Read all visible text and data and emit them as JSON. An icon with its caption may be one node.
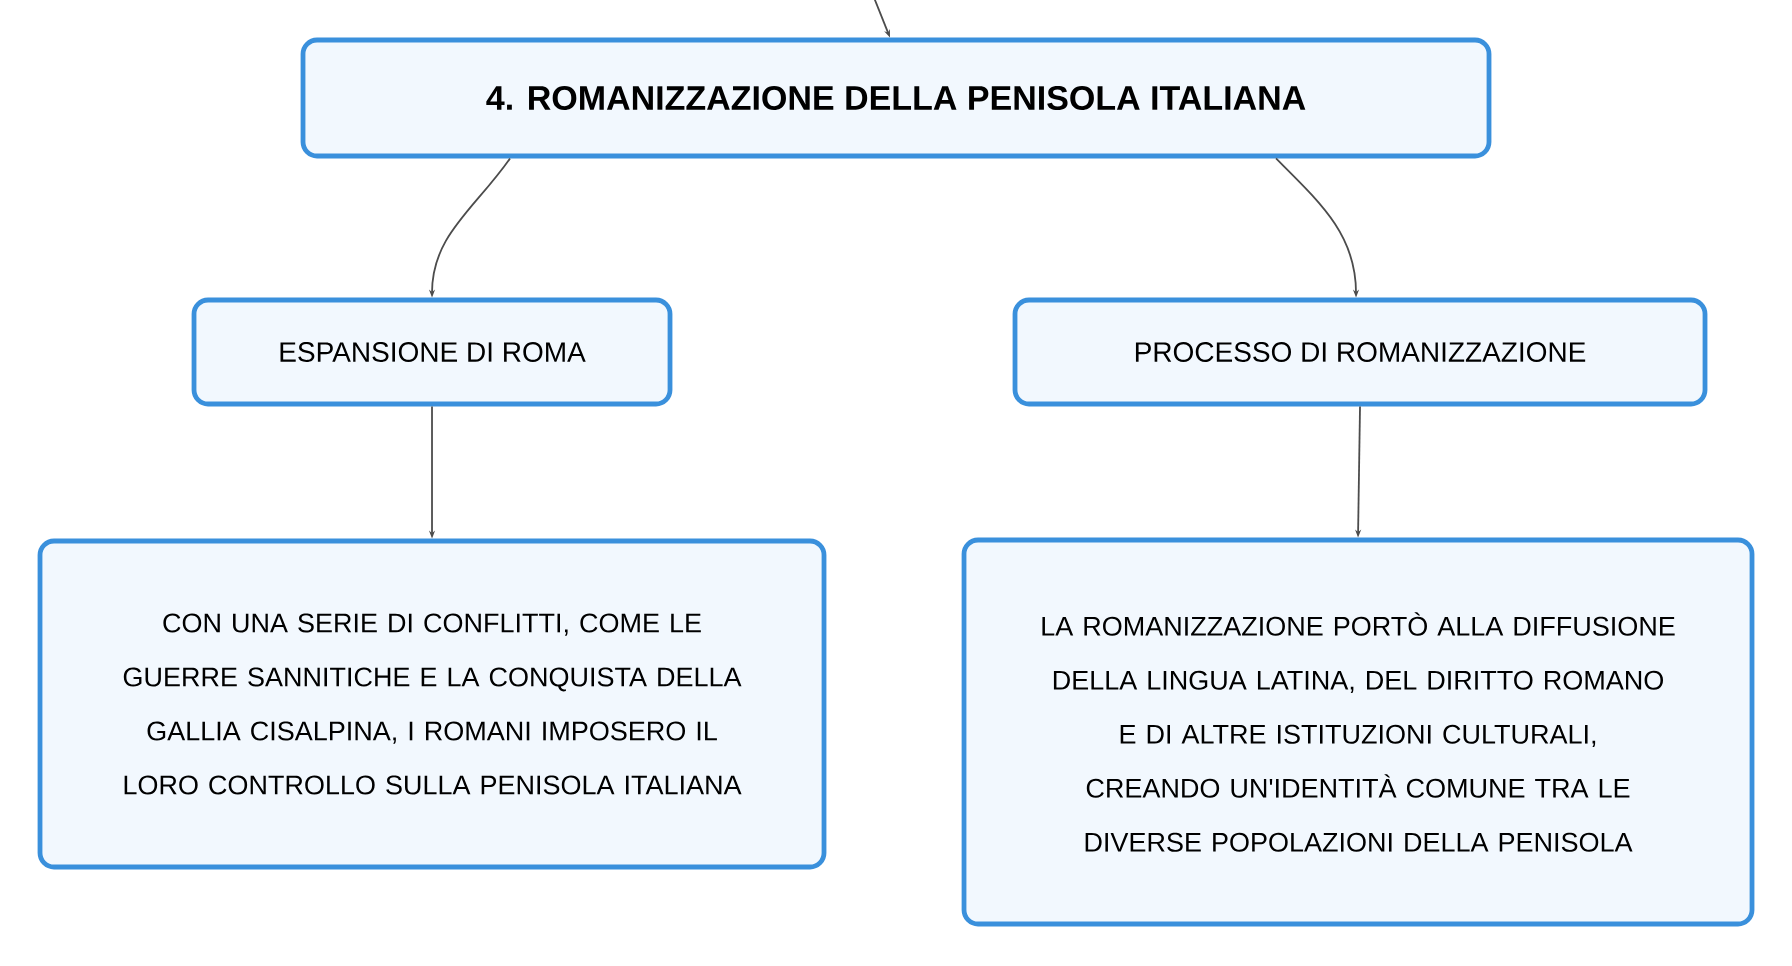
{
  "diagram": {
    "nodes": [
      {
        "text": [
          "4. ROMANIZZAZIONE DELLA PENISOLA ITALIANA"
        ]
      },
      {
        "text": [
          "ESPANSIONE DI ROMA"
        ]
      },
      {
        "text": [
          "PROCESSO DI ROMANIZZAZIONE"
        ]
      },
      {
        "text": [
          "CON UNA SERIE DI CONFLITTI, COME LE GUERRE SANNITICHE E LA CONQUISTA DELLA GALLIA CISALPINA, I ROMANI IMPOSERO IL LORO CONTROLLO SULLA PENISOLA ITALIANA"
        ]
      },
      {
        "text": [
          "LA ROMANIZZAZIONE PORTÒ ALLA DIFFUSIONE DELLA LINGUA LATINA, DEL DIRITTO ROMANO E DI ALTRE ISTITUZIONI CULTURALI, CREANDO UN'IDENTITÀ COMUNE TRA LE DIVERSE POPOLAZIONI DELLA PENISOLA"
        ]
      }
    ],
    "edges": [
      {
        "from": null,
        "to": 0,
        "arrow": "to"
      },
      {
        "from": 0,
        "to": 1,
        "arrow": "to"
      },
      {
        "from": 0,
        "to": 2,
        "arrow": "to"
      },
      {
        "from": 1,
        "to": 3,
        "arrow": "to"
      },
      {
        "from": 2,
        "to": 4,
        "arrow": "to"
      }
    ]
  }
}
